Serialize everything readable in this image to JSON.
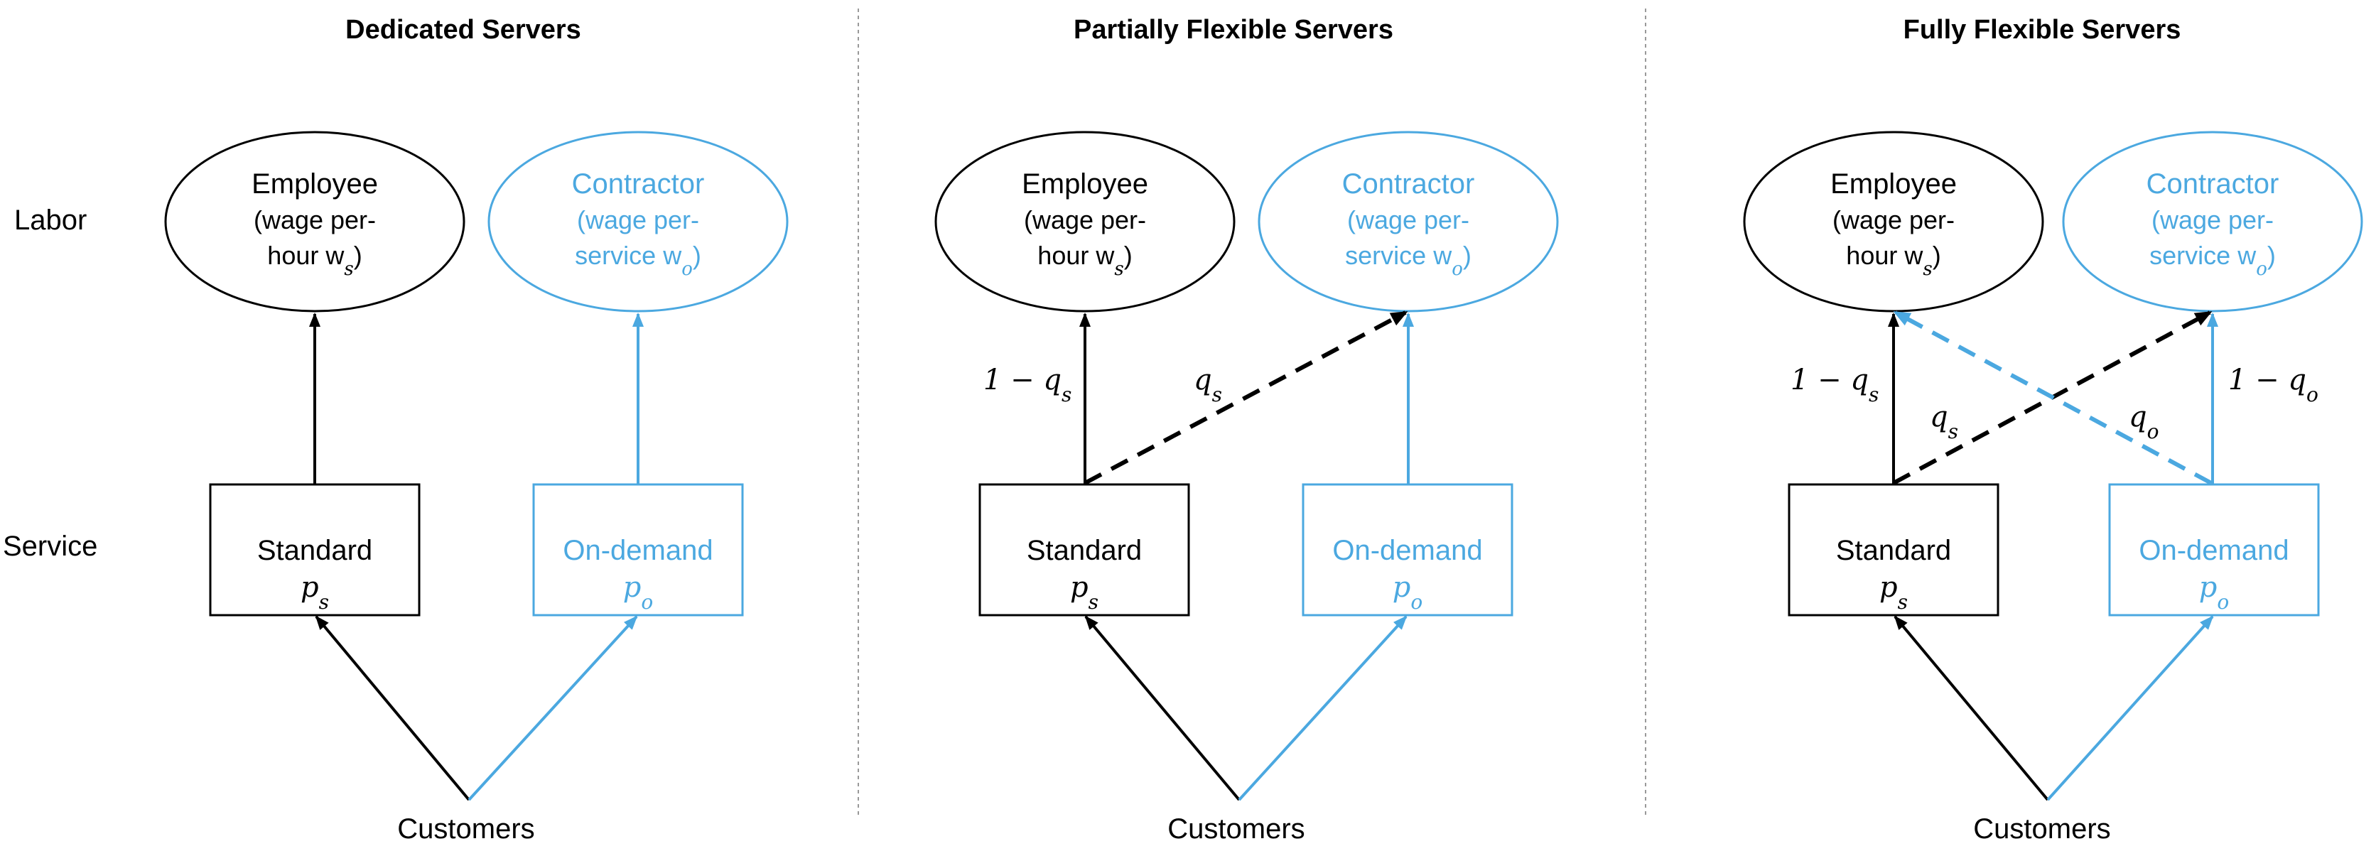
{
  "row_labels": {
    "labor": "Labor",
    "service": "Service"
  },
  "panels": [
    {
      "title": "Dedicated Servers",
      "employee": {
        "name": "Employee",
        "line1": "(wage per-",
        "line2": "hour w",
        "sub": "s",
        "close": ")"
      },
      "contractor": {
        "name": "Contractor",
        "line1": "(wage per-",
        "line2": "service w",
        "sub": "o",
        "close": ")"
      },
      "standard": {
        "name": "Standard",
        "price": "p",
        "sub": "s"
      },
      "ondemand": {
        "name": "On-demand",
        "price": "p",
        "sub": "o"
      },
      "customers": "Customers",
      "edge_labels": []
    },
    {
      "title": "Partially Flexible Servers",
      "employee": {
        "name": "Employee",
        "line1": "(wage per-",
        "line2": "hour w",
        "sub": "s",
        "close": ")"
      },
      "contractor": {
        "name": "Contractor",
        "line1": "(wage per-",
        "line2": "service w",
        "sub": "o",
        "close": ")"
      },
      "standard": {
        "name": "Standard",
        "price": "p",
        "sub": "s"
      },
      "ondemand": {
        "name": "On-demand",
        "price": "p",
        "sub": "o"
      },
      "customers": "Customers",
      "edge_labels": [
        {
          "text": "1 − q",
          "sub": "s"
        },
        {
          "text": "q",
          "sub": "s"
        }
      ]
    },
    {
      "title": "Fully Flexible Servers",
      "employee": {
        "name": "Employee",
        "line1": "(wage per-",
        "line2": "hour w",
        "sub": "s",
        "close": ")"
      },
      "contractor": {
        "name": "Contractor",
        "line1": "(wage per-",
        "line2": "service w",
        "sub": "o",
        "close": ")"
      },
      "standard": {
        "name": "Standard",
        "price": "p",
        "sub": "s"
      },
      "ondemand": {
        "name": "On-demand",
        "price": "p",
        "sub": "o"
      },
      "customers": "Customers",
      "edge_labels": [
        {
          "text": "1 − q",
          "sub": "s"
        },
        {
          "text": "q",
          "sub": "s"
        },
        {
          "text": "q",
          "sub": "o"
        },
        {
          "text": "1 − q",
          "sub": "o"
        }
      ]
    }
  ],
  "colors": {
    "black": "#000000",
    "blue": "#4BA8E0",
    "divider": "#999999"
  }
}
